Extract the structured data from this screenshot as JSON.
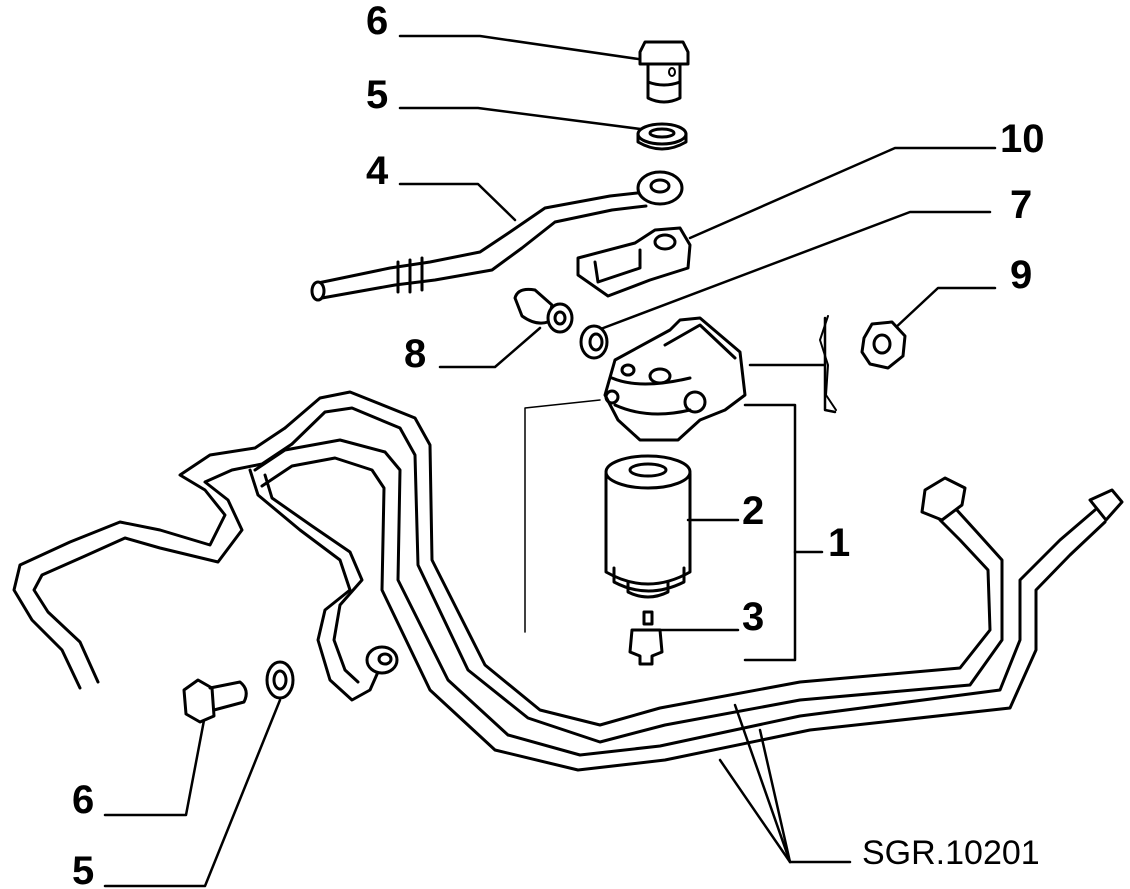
{
  "diagram": {
    "reference": "SGR.10201",
    "callouts": {
      "bolt_top": "6",
      "washer_top": "5",
      "feed_pipe": "4",
      "bracket": "10",
      "seal_ring": "7",
      "nut": "9",
      "plug": "8",
      "filter_cartridge": "2",
      "filter_assembly": "1",
      "sensor": "3",
      "bolt_bottom": "6",
      "washer_bottom": "5"
    }
  }
}
